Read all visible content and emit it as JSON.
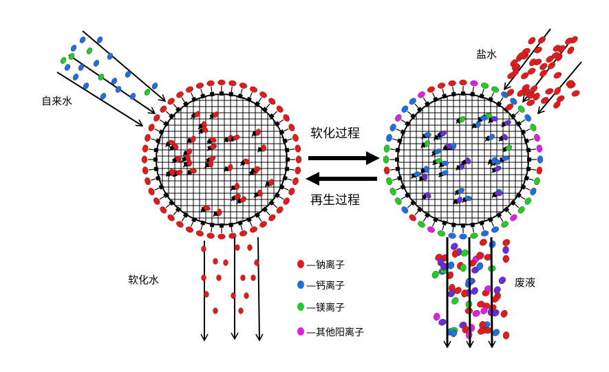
{
  "labels": {
    "tap_water": "自来水",
    "brine": "盐水",
    "softening_process": "软化过程",
    "regeneration_process": "再生过程",
    "soft_water": "软化水",
    "waste_liquid": "废液"
  },
  "legend": [
    {
      "label": "—钠离子",
      "color": "#e31b1b"
    },
    {
      "label": "—钙离子",
      "color": "#1e6fe0"
    },
    {
      "label": "—镁离子",
      "color": "#22cc22"
    },
    {
      "label": "—其他阳离子",
      "color": "#e020e0"
    }
  ],
  "colors": {
    "sodium": "#e31b1b",
    "calcium": "#1e6fe0",
    "magnesium": "#22cc22",
    "other": "#e020e0",
    "violet": "#6a2dd6"
  }
}
